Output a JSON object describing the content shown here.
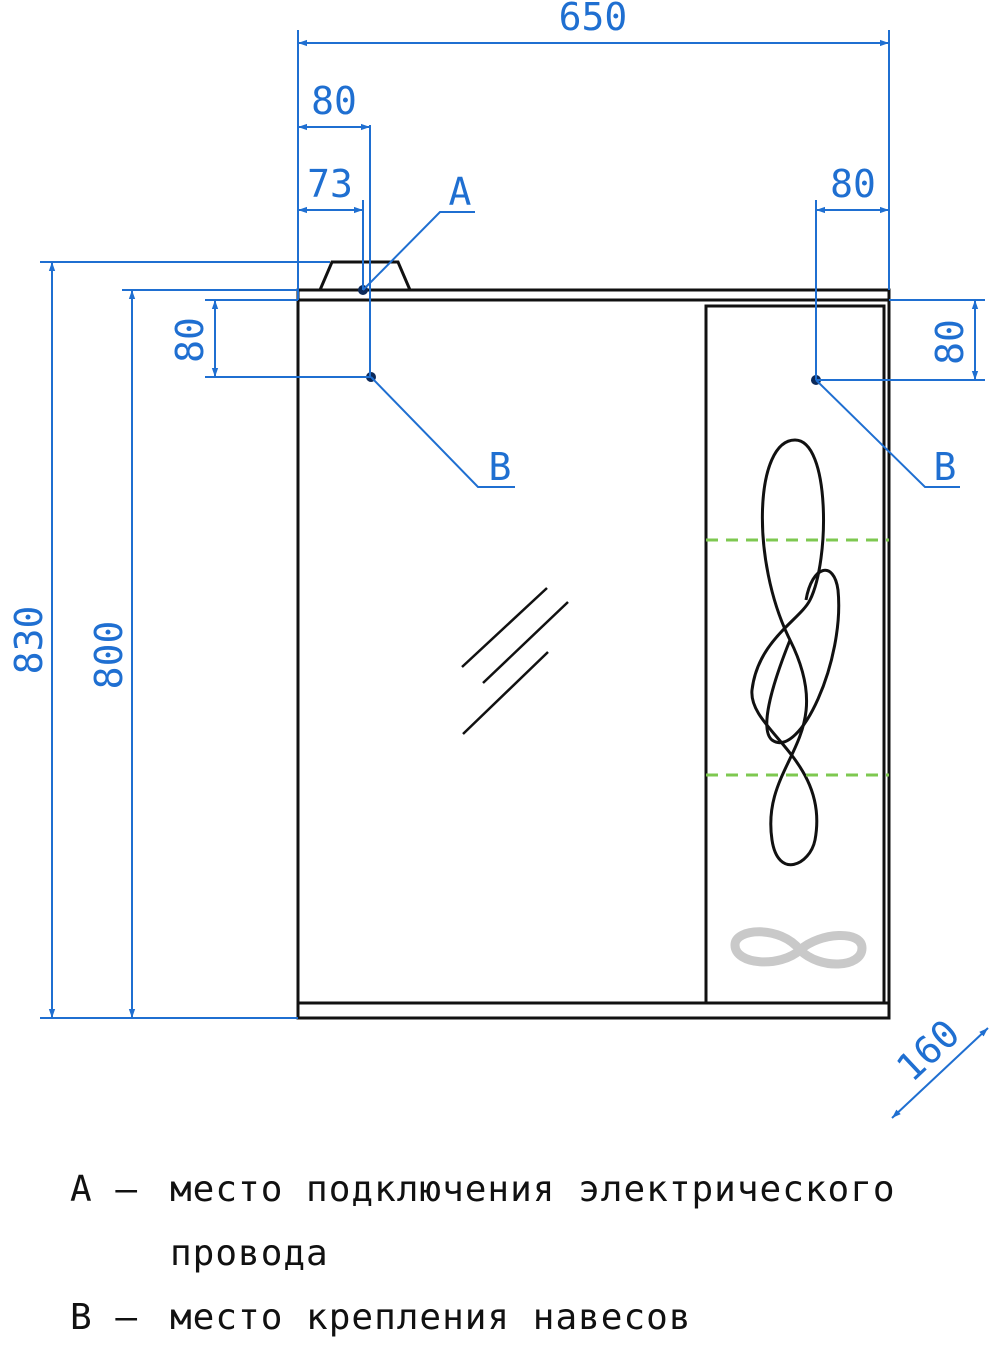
{
  "dimensions": {
    "overall_width": "650",
    "left_offset_80": "80",
    "left_offset_73": "73",
    "right_offset_80": "80",
    "left_vertical_80": "80",
    "right_vertical_80": "80",
    "overall_height": "830",
    "body_height": "800",
    "depth": "160"
  },
  "labels": {
    "a": "A",
    "b_left": "B",
    "b_right": "B"
  },
  "legend": [
    {
      "key": "A –",
      "text": "место подключения электрического провода"
    },
    {
      "key": "B –",
      "text": "место крепления навесов"
    }
  ],
  "colors": {
    "dimension": "#1f6fd1",
    "outline": "#111111",
    "shelf_dash": "#7ec850",
    "logo": "#c9c9c9"
  }
}
